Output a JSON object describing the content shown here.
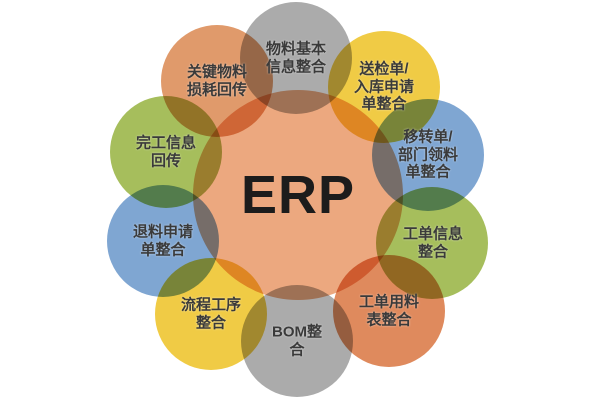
{
  "diagram": {
    "title": "ERP integration diagram",
    "center": {
      "label": "ERP",
      "color": "#ECA87F"
    },
    "nodes": [
      {
        "id": "material-basic-info",
        "label": "物料基本\n信息整合",
        "color": "#ABABAB"
      },
      {
        "id": "inspection-warehouse-request",
        "label": "送检单/\n入库申请\n单整合",
        "color": "#F0CB45"
      },
      {
        "id": "transfer-dept-requisition",
        "label": "移转单/\n部门领料\n单整合",
        "color": "#7FA6D2"
      },
      {
        "id": "work-order-info",
        "label": "工单信息\n整合",
        "color": "#A6BE5C"
      },
      {
        "id": "work-order-materials",
        "label": "工单用料\n表整合",
        "color": "#DF8A5D"
      },
      {
        "id": "bom",
        "label": "BOM整\n合",
        "color": "#ABABAB"
      },
      {
        "id": "process-flow",
        "label": "流程工序\n整合",
        "color": "#F0CB45"
      },
      {
        "id": "material-return-request",
        "label": "退料申请\n单整合",
        "color": "#7FA6D2"
      },
      {
        "id": "completion-info-feedback",
        "label": "完工信息\n回传",
        "color": "#A6BE5C"
      },
      {
        "id": "key-material-loss-feedback",
        "label": "关键物料\n损耗回传",
        "color": "#E09A6B"
      }
    ]
  }
}
